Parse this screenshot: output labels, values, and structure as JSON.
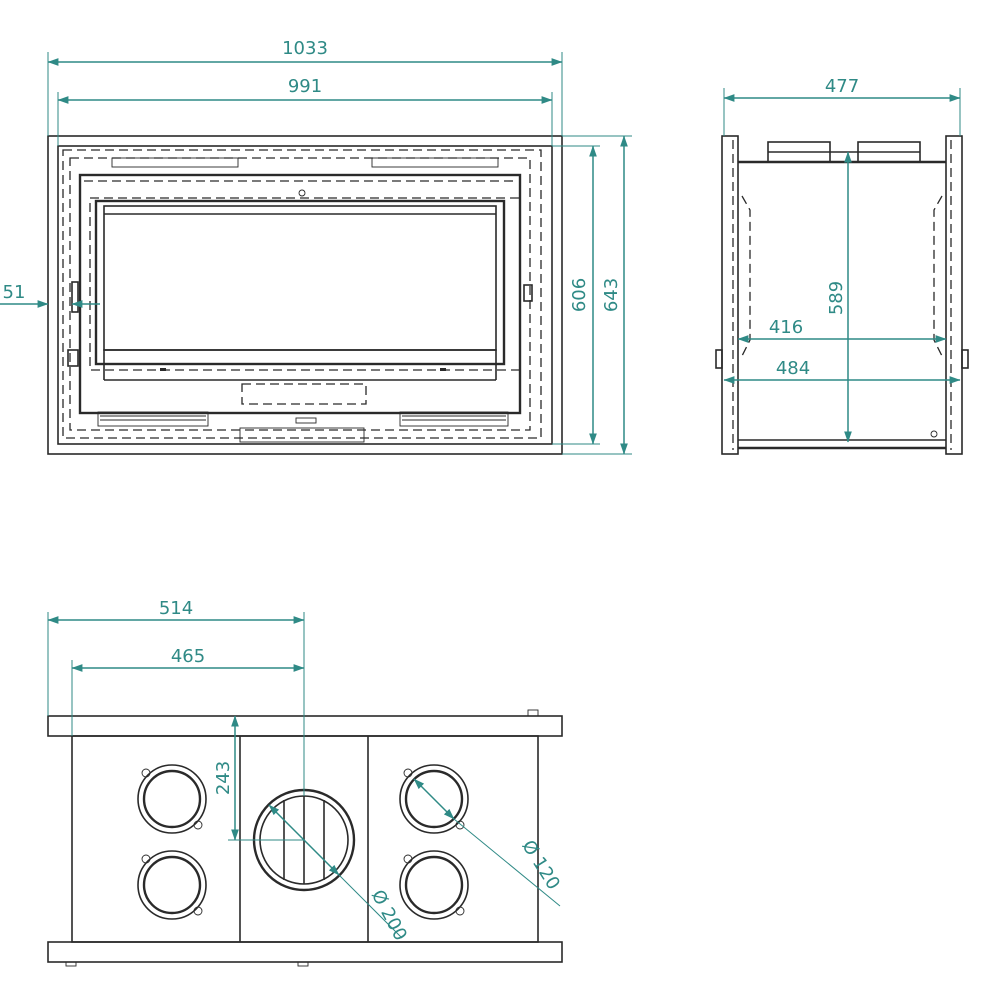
{
  "front_view": {
    "dim_outer_width": "1033",
    "dim_inner_width": "991",
    "dim_inner_height": "606",
    "dim_outer_height": "643",
    "dim_side_offset": "51"
  },
  "side_view": {
    "dim_depth_top": "477",
    "dim_height": "589",
    "dim_inner_depth": "416",
    "dim_outer_depth": "484"
  },
  "top_view": {
    "dim_half_width_outer": "514",
    "dim_half_width_inner": "465",
    "dim_center_offset": "243",
    "dim_large_outlet": "Ø 200",
    "dim_small_outlet": "Ø 120"
  },
  "colors": {
    "line": "#2a2a2a",
    "dimension": "#2f8a86"
  }
}
